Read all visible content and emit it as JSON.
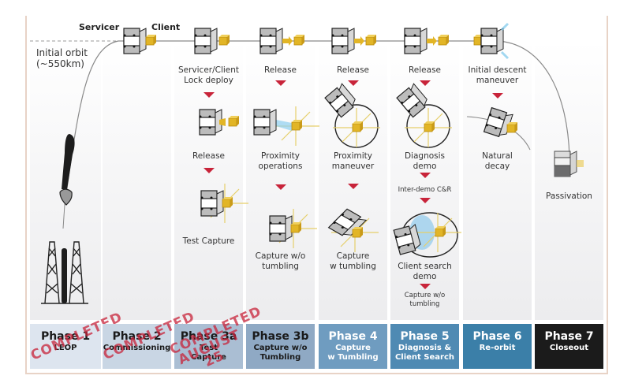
{
  "header": {
    "servicer_label": "Servicer",
    "client_label": "Client",
    "orbit_label_line1": "Initial orbit",
    "orbit_label_line2": "(~550km)"
  },
  "phases": [
    {
      "title": "Phase 1",
      "subtitle": "LEOP",
      "subtitle2": "",
      "bg": "#dde5ef",
      "fg": "#1a1a1a",
      "stamp": "COMPLETED",
      "stamp2": ""
    },
    {
      "title": "Phase 2",
      "subtitle": "Commissioning",
      "subtitle2": "",
      "bg": "#c9d6e4",
      "fg": "#1a1a1a",
      "stamp": "COMPLETED",
      "stamp2": ""
    },
    {
      "title": "Phase 3a",
      "subtitle": "Test",
      "subtitle2": "Capture",
      "bg": "#aabed3",
      "fg": "#1a1a1a",
      "stamp": "COMPLETED",
      "stamp2": "AUGUST 25"
    },
    {
      "title": "Phase 3b",
      "subtitle": "Capture w/o",
      "subtitle2": "Tumbling",
      "bg": "#8fa9c4",
      "fg": "#1a1a1a",
      "stamp": "",
      "stamp2": ""
    },
    {
      "title": "Phase 4",
      "subtitle": "Capture",
      "subtitle2": "w Tumbling",
      "bg": "#6f9cc0",
      "fg": "#ffffff",
      "stamp": "",
      "stamp2": ""
    },
    {
      "title": "Phase 5",
      "subtitle": "Diagnosis &",
      "subtitle2": "Client Search",
      "bg": "#4f8ab3",
      "fg": "#ffffff",
      "stamp": "",
      "stamp2": ""
    },
    {
      "title": "Phase 6",
      "subtitle": "Re-orbit",
      "subtitle2": "",
      "bg": "#3b7fa8",
      "fg": "#ffffff",
      "stamp": "",
      "stamp2": ""
    },
    {
      "title": "Phase 7",
      "subtitle": "Closeout",
      "subtitle2": "",
      "bg": "#1b1b1b",
      "fg": "#ffffff",
      "stamp": "",
      "stamp2": ""
    }
  ],
  "steps": {
    "p3a": [
      "Servicer/Client",
      "Lock deploy",
      "Release",
      "Test Capture"
    ],
    "p3b": [
      "Release",
      "Proximity",
      "operations",
      "Capture w/o",
      "tumbling"
    ],
    "p4": [
      "Release",
      "Proximity",
      "maneuver",
      "Capture",
      "w tumbling"
    ],
    "p5": [
      "Release",
      "Diagnosis",
      "demo",
      "Inter-demo C&R",
      "Client search",
      "demo",
      "Capture w/o",
      "tumbling"
    ],
    "p6": [
      "Initial descent",
      "maneuver",
      "Natural",
      "decay"
    ],
    "p7": [
      "Passivation"
    ]
  },
  "colors": {
    "accent_arrow": "#c8243a",
    "client_gold": "#e2b526",
    "orbit_line": "#8a8a8a"
  }
}
